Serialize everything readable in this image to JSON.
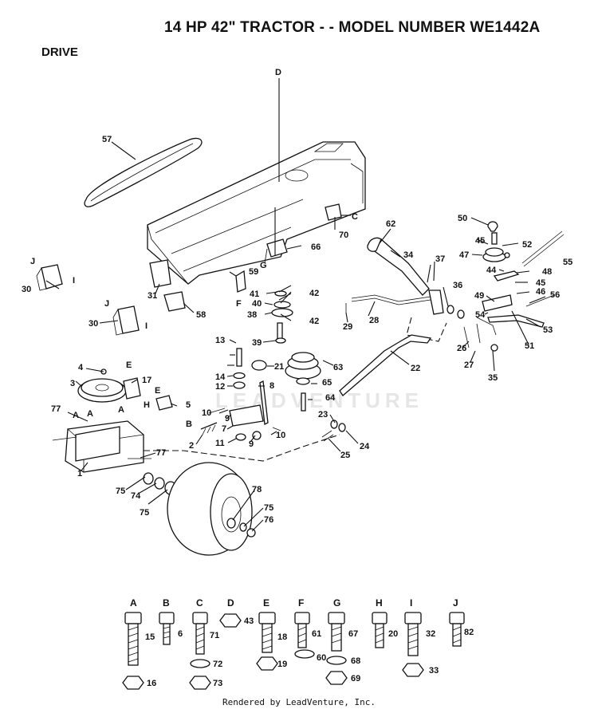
{
  "header": {
    "title": "14 HP 42\" TRACTOR - - MODEL NUMBER WE1442A",
    "section": "DRIVE"
  },
  "watermark": "LEADVENTURE",
  "footer": "Rendered by LeadVenture, Inc.",
  "callouts": {
    "n1": "1",
    "n2": "2",
    "n3": "3",
    "n4": "4",
    "n5": "5",
    "n7": "7",
    "n8": "8",
    "n9a": "9",
    "n9b": "9",
    "n10a": "10",
    "n10b": "10",
    "n11": "11",
    "n12": "12",
    "n13": "13",
    "n14": "14",
    "n17": "17",
    "n21": "21",
    "n22": "22",
    "n23": "23",
    "n24": "24",
    "n25": "25",
    "n26": "26",
    "n27": "27",
    "n28": "28",
    "n29": "29",
    "n30a": "30",
    "n30b": "30",
    "n31": "31",
    "n34": "34",
    "n35": "35",
    "n36": "36",
    "n37": "37",
    "n38": "38",
    "n39": "39",
    "n40": "40",
    "n41": "41",
    "n42a": "42",
    "n42b": "42",
    "n44": "44",
    "n45a": "45",
    "n45b": "45",
    "n46": "46",
    "n47": "47",
    "n48": "48",
    "n49": "49",
    "n50": "50",
    "n51": "51",
    "n52": "52",
    "n53": "53",
    "n54": "54",
    "n55": "55",
    "n56": "56",
    "n57": "57",
    "n58": "58",
    "n59": "59",
    "n62": "62",
    "n63": "63",
    "n64": "64",
    "n65": "65",
    "n66": "66",
    "n70": "70",
    "n74": "74",
    "n75a": "75",
    "n75b": "75",
    "n75c": "75",
    "n76": "76",
    "n77a": "77",
    "n77b": "77",
    "n78": "78",
    "lD": "D",
    "lC": "C",
    "lG": "G",
    "lF": "F",
    "lE1": "E",
    "lE2": "E",
    "lH": "H",
    "lB": "B",
    "lA1": "A",
    "lA2": "A",
    "lA3": "A",
    "lJ1": "J",
    "lJ2": "J",
    "lI1": "I",
    "lI2": "I"
  },
  "hardware_key": [
    {
      "letter": "A",
      "parts": [
        "15",
        "16"
      ]
    },
    {
      "letter": "B",
      "parts": [
        "6"
      ]
    },
    {
      "letter": "C",
      "parts": [
        "71",
        "72",
        "73"
      ]
    },
    {
      "letter": "D",
      "parts": [
        "43"
      ]
    },
    {
      "letter": "E",
      "parts": [
        "18",
        "19"
      ]
    },
    {
      "letter": "F",
      "parts": [
        "61",
        "60"
      ]
    },
    {
      "letter": "G",
      "parts": [
        "67",
        "68",
        "69"
      ]
    },
    {
      "letter": "H",
      "parts": [
        "20"
      ]
    },
    {
      "letter": "I",
      "parts": [
        "32",
        "33"
      ]
    },
    {
      "letter": "J",
      "parts": [
        "82"
      ]
    }
  ]
}
